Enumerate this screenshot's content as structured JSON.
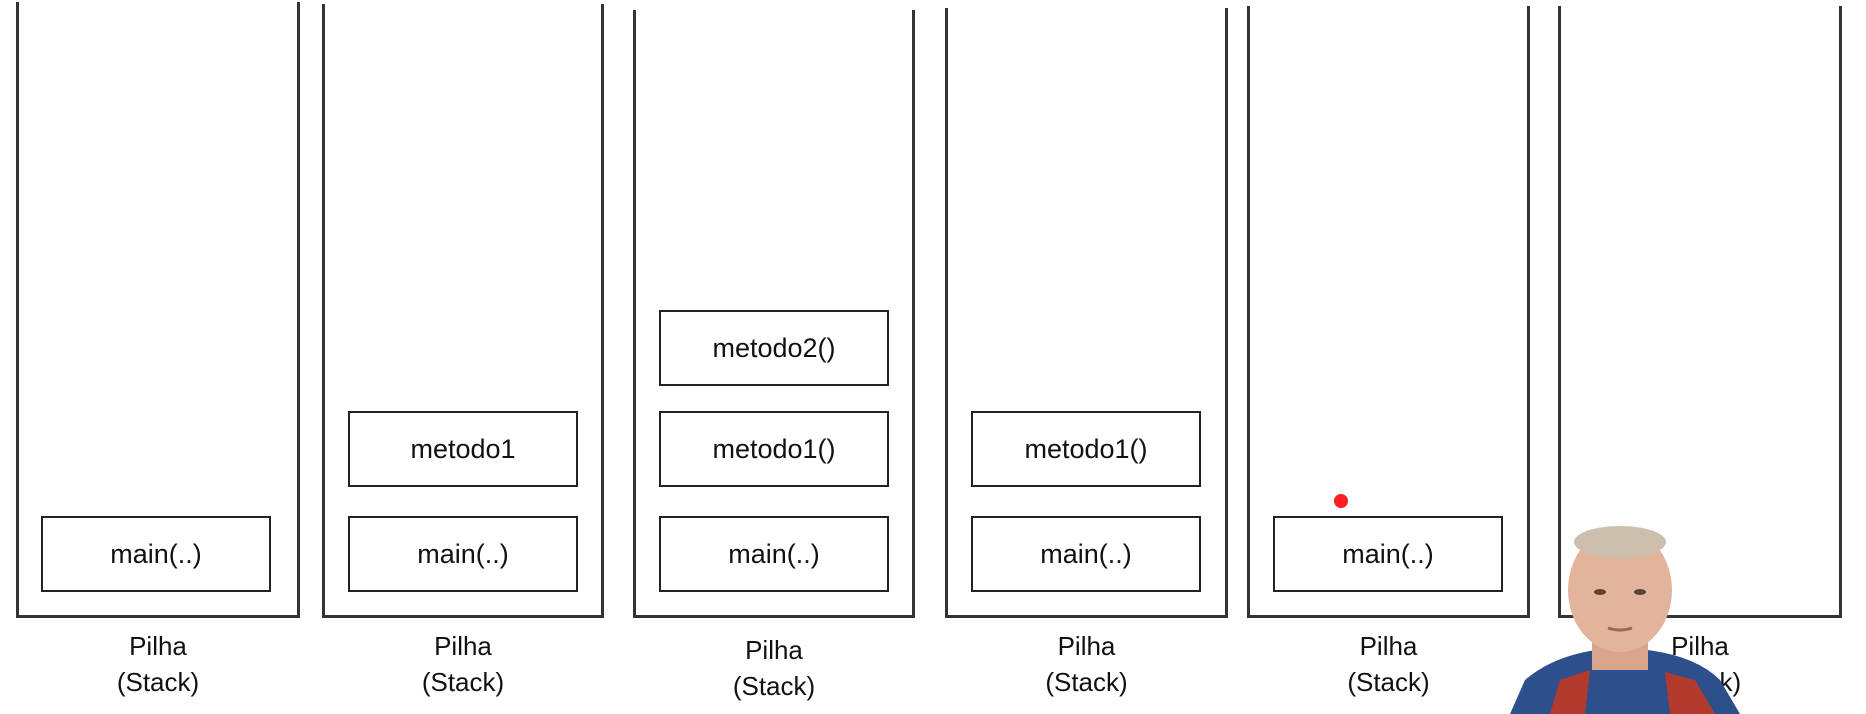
{
  "stacks": [
    {
      "label_line1": "Pilha",
      "label_line2": "(Stack)",
      "frames": [
        "main(..)"
      ]
    },
    {
      "label_line1": "Pilha",
      "label_line2": "(Stack)",
      "frames": [
        "metodo1",
        "main(..)"
      ]
    },
    {
      "label_line1": "Pilha",
      "label_line2": "(Stack)",
      "frames": [
        "metodo2()",
        "metodo1()",
        "main(..)"
      ]
    },
    {
      "label_line1": "Pilha",
      "label_line2": "(Stack)",
      "frames": [
        "metodo1()",
        "main(..)"
      ]
    },
    {
      "label_line1": "Pilha",
      "label_line2": "(Stack)",
      "frames": [
        "main(..)"
      ]
    },
    {
      "label_line1": "Pilha",
      "label_line2": "(Stack)",
      "frames": []
    }
  ],
  "colors": {
    "border": "#333333",
    "text": "#111111",
    "pointer": "#ff1f1f",
    "background": "#ffffff"
  }
}
